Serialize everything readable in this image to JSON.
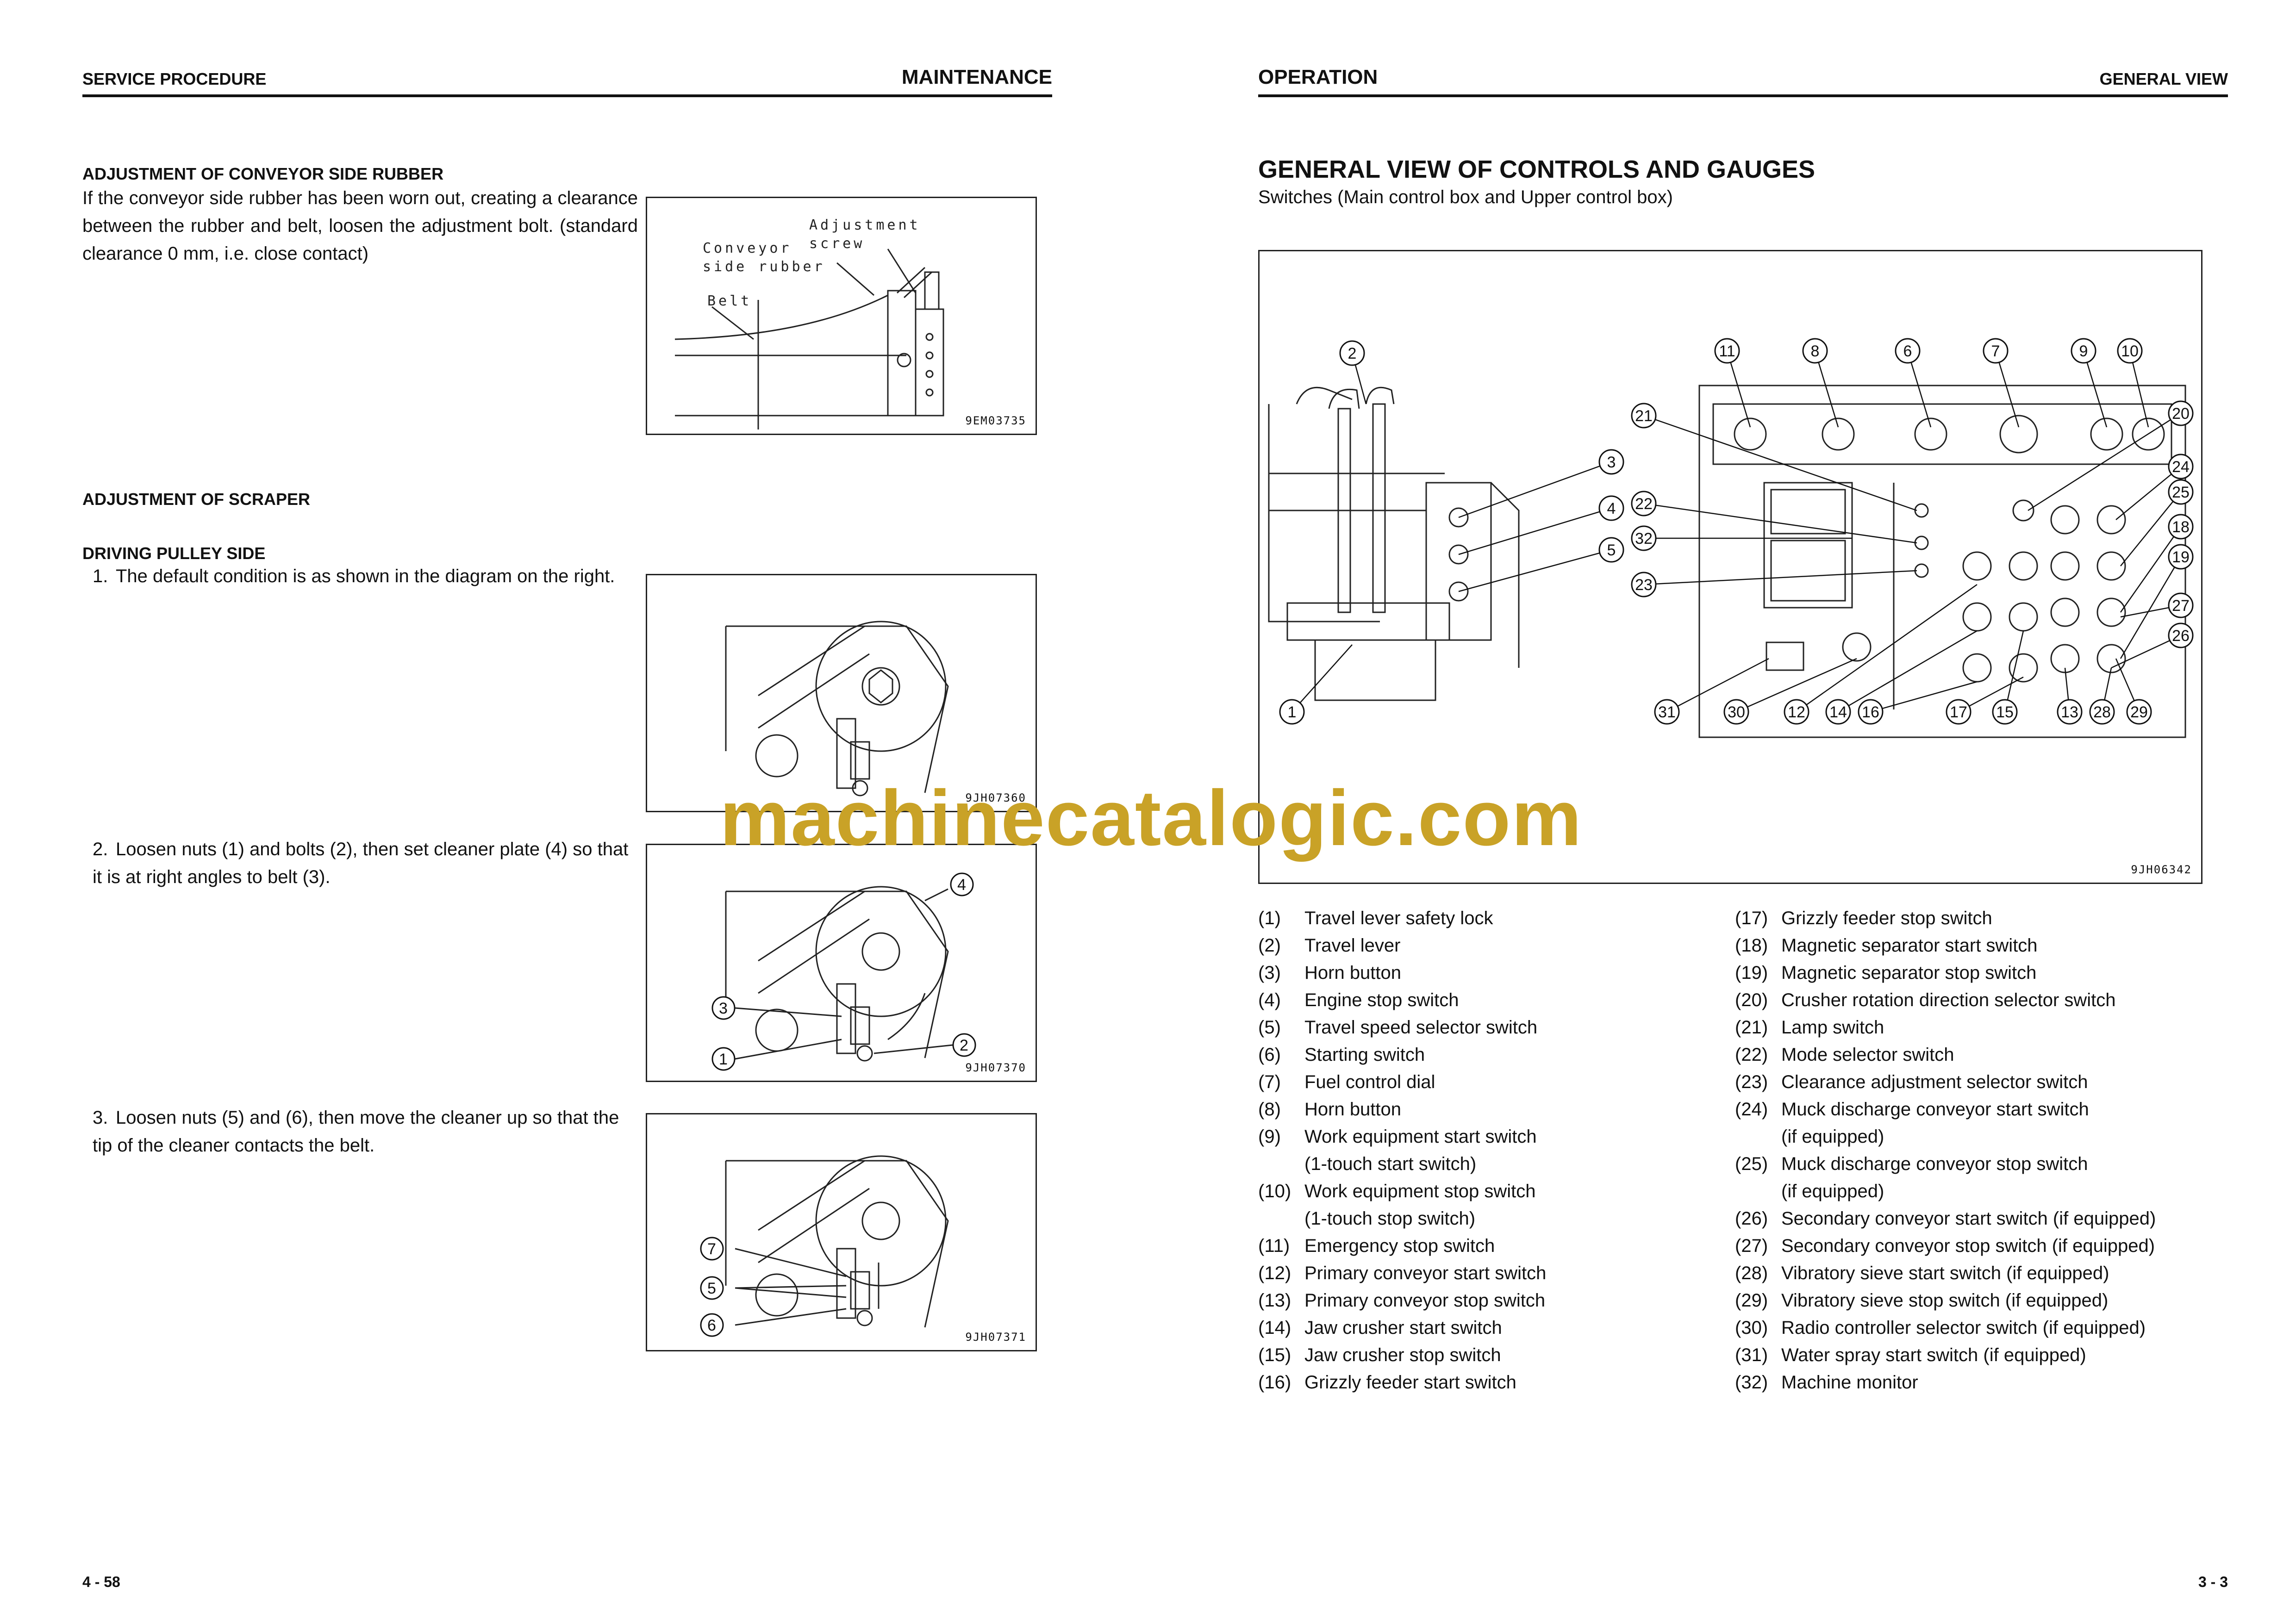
{
  "left": {
    "header_left": "SERVICE PROCEDURE",
    "header_right": "MAINTENANCE",
    "sec1_title": "ADJUSTMENT OF CONVEYOR SIDE RUBBER",
    "sec1_body": "If the conveyor side rubber has been worn out, creating a clearance between the rubber and belt, loosen the adjustment bolt. (standard clearance 0 mm, i.e. close contact)",
    "fig1": {
      "code": "9EM03735",
      "label_adjustment": "Adjustment",
      "label_screw": "screw",
      "label_conveyor": "Conveyor",
      "label_side_rubber": "side rubber",
      "label_belt": "Belt"
    },
    "sec2_title": "ADJUSTMENT OF SCRAPER",
    "sec3_title": "DRIVING PULLEY SIDE",
    "steps": [
      {
        "num": "1.",
        "text": "The default condition is as shown in the diagram on the right."
      },
      {
        "num": "2.",
        "text": "Loosen nuts (1) and bolts (2), then set cleaner plate (4) so that it is at right angles to belt (3)."
      },
      {
        "num": "3.",
        "text": "Loosen nuts (5) and (6), then move the cleaner up so that the tip of the cleaner contacts the belt."
      }
    ],
    "fig2": {
      "code": "9JH07360"
    },
    "fig3": {
      "code": "9JH07370",
      "callouts": [
        "4",
        "3",
        "1",
        "2"
      ]
    },
    "fig4": {
      "code": "9JH07371",
      "callouts": [
        "7",
        "5",
        "6"
      ]
    },
    "page_number": "4 - 58"
  },
  "right": {
    "header_left": "OPERATION",
    "header_right": "GENERAL VIEW",
    "title": "GENERAL VIEW OF CONTROLS AND GAUGES",
    "subtitle": "Switches (Main control box and Upper control box)",
    "fig": {
      "code": "9JH06342",
      "callouts": [
        "2",
        "11",
        "8",
        "6",
        "7",
        "9",
        "10",
        "21",
        "3",
        "20",
        "24",
        "25",
        "18",
        "19",
        "22",
        "4",
        "32",
        "5",
        "23",
        "27",
        "26",
        "1",
        "31",
        "30",
        "12",
        "14",
        "16",
        "17",
        "15",
        "13",
        "28",
        "29"
      ]
    },
    "legend_left": [
      {
        "num": "(1)",
        "text": "Travel lever safety lock"
      },
      {
        "num": "(2)",
        "text": "Travel lever"
      },
      {
        "num": "(3)",
        "text": "Horn button"
      },
      {
        "num": "(4)",
        "text": "Engine stop switch"
      },
      {
        "num": "(5)",
        "text": "Travel speed selector switch"
      },
      {
        "num": "(6)",
        "text": "Starting switch"
      },
      {
        "num": "(7)",
        "text": "Fuel control dial"
      },
      {
        "num": "(8)",
        "text": "Horn button"
      },
      {
        "num": "(9)",
        "text": "Work equipment start switch"
      },
      {
        "num": "",
        "text": "(1-touch start switch)"
      },
      {
        "num": "(10)",
        "text": "Work equipment stop switch"
      },
      {
        "num": "",
        "text": "(1-touch stop switch)"
      },
      {
        "num": "(11)",
        "text": "Emergency stop switch"
      },
      {
        "num": "(12)",
        "text": "Primary conveyor start switch"
      },
      {
        "num": "(13)",
        "text": "Primary conveyor stop switch"
      },
      {
        "num": "(14)",
        "text": "Jaw crusher start switch"
      },
      {
        "num": "(15)",
        "text": "Jaw crusher stop switch"
      },
      {
        "num": "(16)",
        "text": "Grizzly feeder start switch"
      }
    ],
    "legend_right": [
      {
        "num": "(17)",
        "text": "Grizzly feeder stop switch"
      },
      {
        "num": "(18)",
        "text": "Magnetic separator start switch"
      },
      {
        "num": "(19)",
        "text": "Magnetic separator stop switch"
      },
      {
        "num": "(20)",
        "text": "Crusher rotation direction selector switch"
      },
      {
        "num": "(21)",
        "text": "Lamp switch"
      },
      {
        "num": "(22)",
        "text": "Mode selector switch"
      },
      {
        "num": "(23)",
        "text": "Clearance adjustment selector switch"
      },
      {
        "num": "(24)",
        "text": "Muck discharge conveyor start switch"
      },
      {
        "num": "",
        "text": "(if equipped)"
      },
      {
        "num": "(25)",
        "text": "Muck discharge conveyor stop switch"
      },
      {
        "num": "",
        "text": "(if equipped)"
      },
      {
        "num": "(26)",
        "text": "Secondary conveyor start switch (if equipped)"
      },
      {
        "num": "(27)",
        "text": "Secondary conveyor stop switch (if equipped)"
      },
      {
        "num": "(28)",
        "text": "Vibratory sieve start switch (if equipped)"
      },
      {
        "num": "(29)",
        "text": "Vibratory sieve stop switch (if equipped)"
      },
      {
        "num": "(30)",
        "text": "Radio controller selector switch (if equipped)"
      },
      {
        "num": "(31)",
        "text": "Water spray start switch (if equipped)"
      },
      {
        "num": "(32)",
        "text": "Machine monitor"
      }
    ],
    "page_number": "3 - 3"
  },
  "watermark": "machinecatalogic.com",
  "colors": {
    "watermark": "#c9a227",
    "ink": "#111111"
  }
}
